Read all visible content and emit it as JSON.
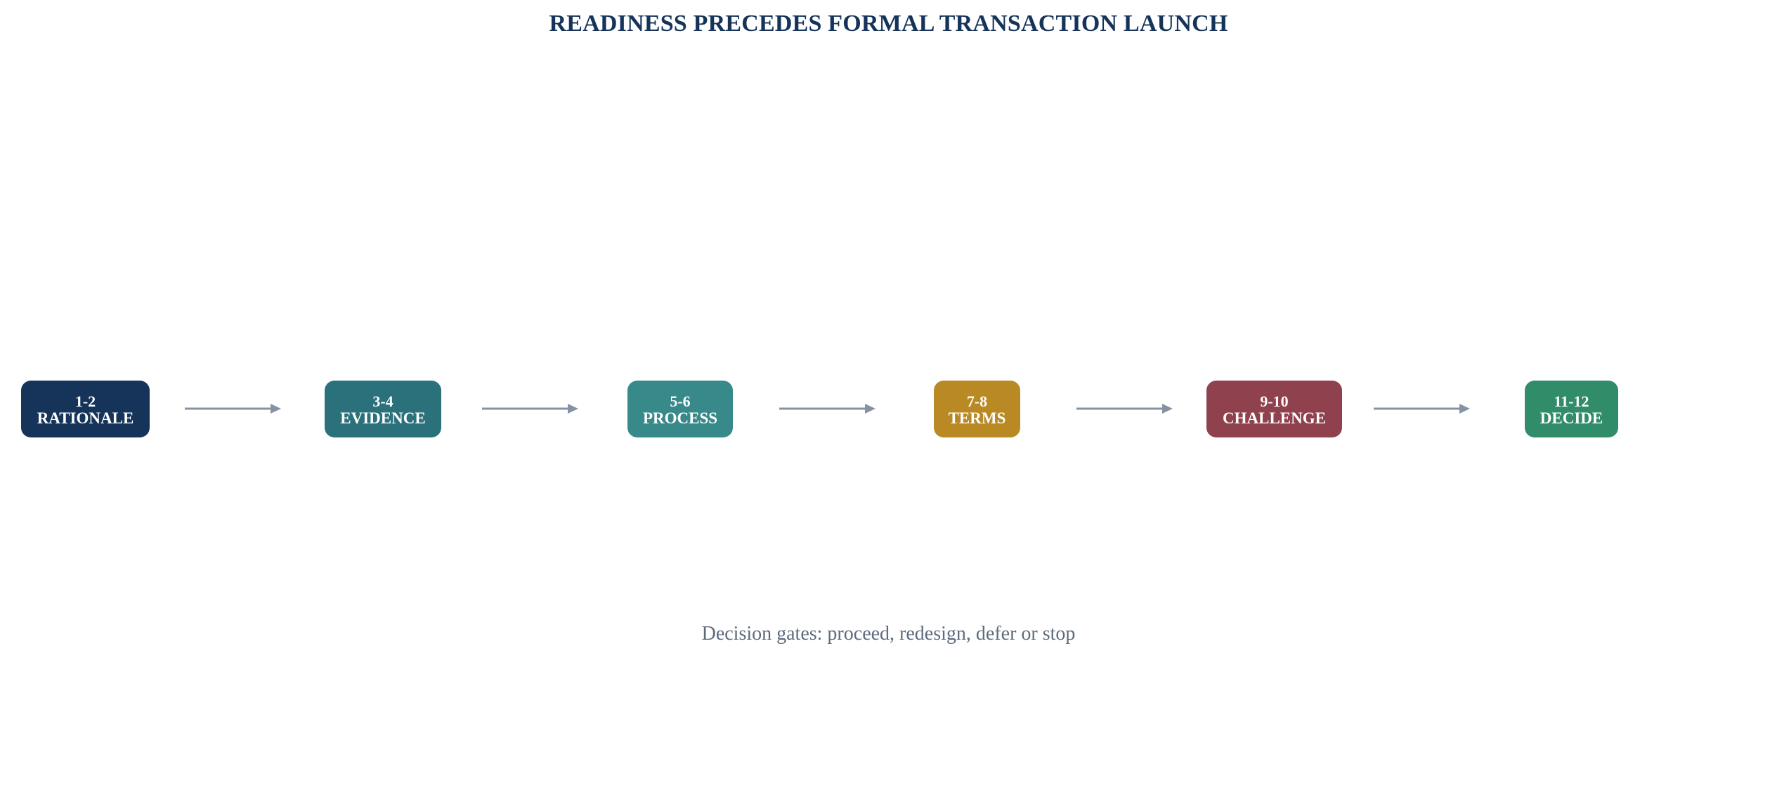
{
  "title": "READINESS PRECEDES FORMAL TRANSACTION LAUNCH",
  "stages": [
    {
      "code": "1-2",
      "label": "RATIONALE",
      "color": "#163359"
    },
    {
      "code": "3-4",
      "label": "EVIDENCE",
      "color": "#2b717c"
    },
    {
      "code": "5-6",
      "label": "PROCESS",
      "color": "#37898a"
    },
    {
      "code": "7-8",
      "label": "TERMS",
      "color": "#b98a23"
    },
    {
      "code": "9-10",
      "label": "CHALLENGE",
      "color": "#8f414e"
    },
    {
      "code": "11-12",
      "label": "DECIDE",
      "color": "#318c69"
    }
  ],
  "arrow_color": "#8592a3",
  "footnote": "Decision gates: proceed, redesign, defer or stop"
}
